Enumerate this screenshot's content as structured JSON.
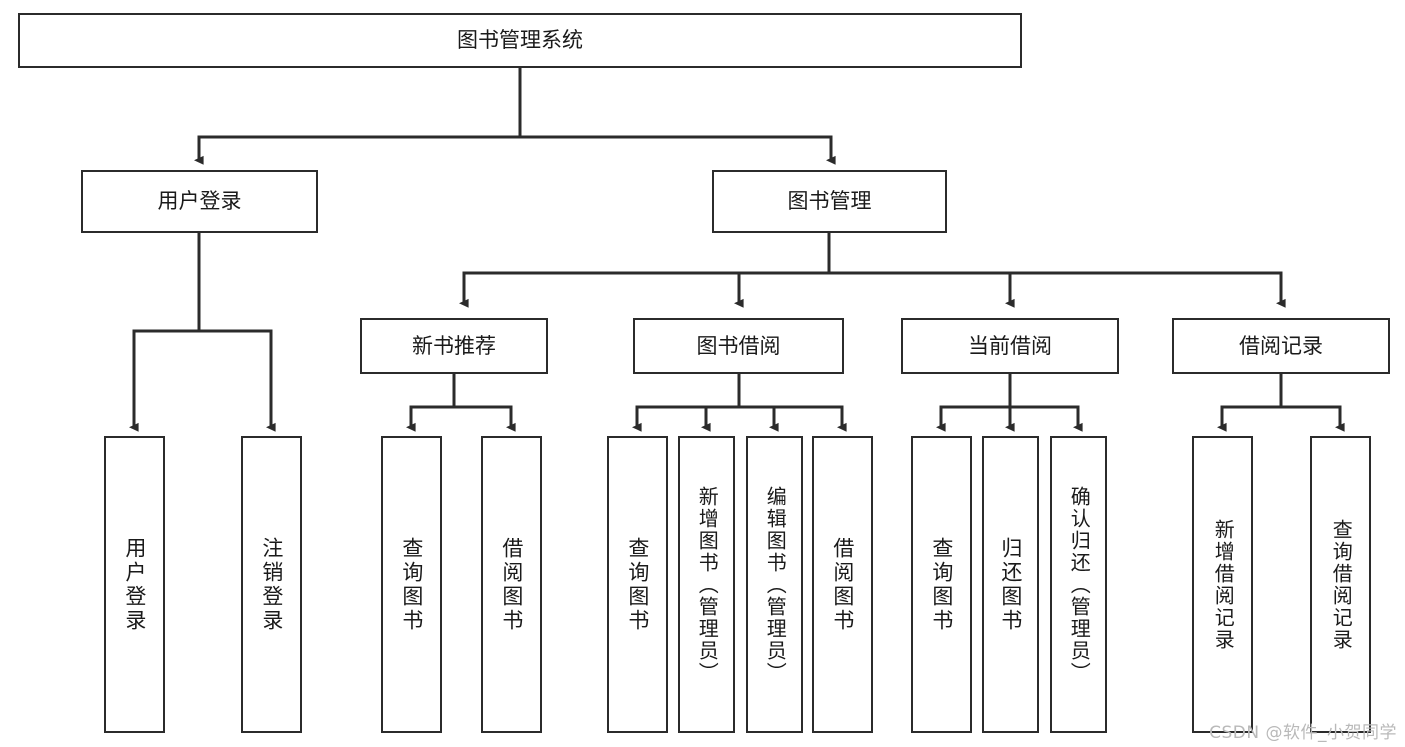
{
  "diagram": {
    "type": "tree-hierarchy",
    "title": "图书管理系统",
    "watermark": "CSDN @软件_小贺同学",
    "colors": {
      "box_border": "#2b2b2b",
      "box_fill": "#ffffff",
      "edge": "#2b2b2b",
      "text": "#1a1a1a",
      "watermark": "#b9b9b9",
      "background": "#ffffff"
    },
    "levels": {
      "root": {
        "label": "图书管理系统"
      },
      "level2": [
        {
          "id": "user-login",
          "label": "用户登录"
        },
        {
          "id": "book-manage",
          "label": "图书管理"
        }
      ],
      "level3": [
        {
          "id": "new-book-recommend",
          "label": "新书推荐",
          "parent": "book-manage"
        },
        {
          "id": "book-borrow",
          "label": "图书借阅",
          "parent": "book-manage"
        },
        {
          "id": "current-borrow",
          "label": "当前借阅",
          "parent": "book-manage"
        },
        {
          "id": "borrow-record",
          "label": "借阅记录",
          "parent": "book-manage"
        }
      ],
      "leaves": [
        {
          "id": "leaf-user-login",
          "label": "用户登录",
          "parent": "user-login"
        },
        {
          "id": "leaf-logout-login",
          "label": "注销登录",
          "parent": "user-login"
        },
        {
          "id": "leaf-query-book-1",
          "label": "查询图书",
          "parent": "new-book-recommend"
        },
        {
          "id": "leaf-borrow-book-1",
          "label": "借阅图书",
          "parent": "new-book-recommend"
        },
        {
          "id": "leaf-query-book-2",
          "label": "查询图书",
          "parent": "book-borrow"
        },
        {
          "id": "leaf-add-book",
          "label": "新增图书（管理员）",
          "parent": "book-borrow"
        },
        {
          "id": "leaf-edit-book",
          "label": "编辑图书（管理员）",
          "parent": "book-borrow"
        },
        {
          "id": "leaf-borrow-book-2",
          "label": "借阅图书",
          "parent": "book-borrow"
        },
        {
          "id": "leaf-query-book-3",
          "label": "查询图书",
          "parent": "current-borrow"
        },
        {
          "id": "leaf-return-book",
          "label": "归还图书",
          "parent": "current-borrow"
        },
        {
          "id": "leaf-confirm-return",
          "label": "确认归还（管理员）",
          "parent": "current-borrow"
        },
        {
          "id": "leaf-add-record",
          "label": "新增借阅记录",
          "parent": "borrow-record"
        },
        {
          "id": "leaf-query-record",
          "label": "查询借阅记录",
          "parent": "borrow-record"
        }
      ]
    }
  }
}
